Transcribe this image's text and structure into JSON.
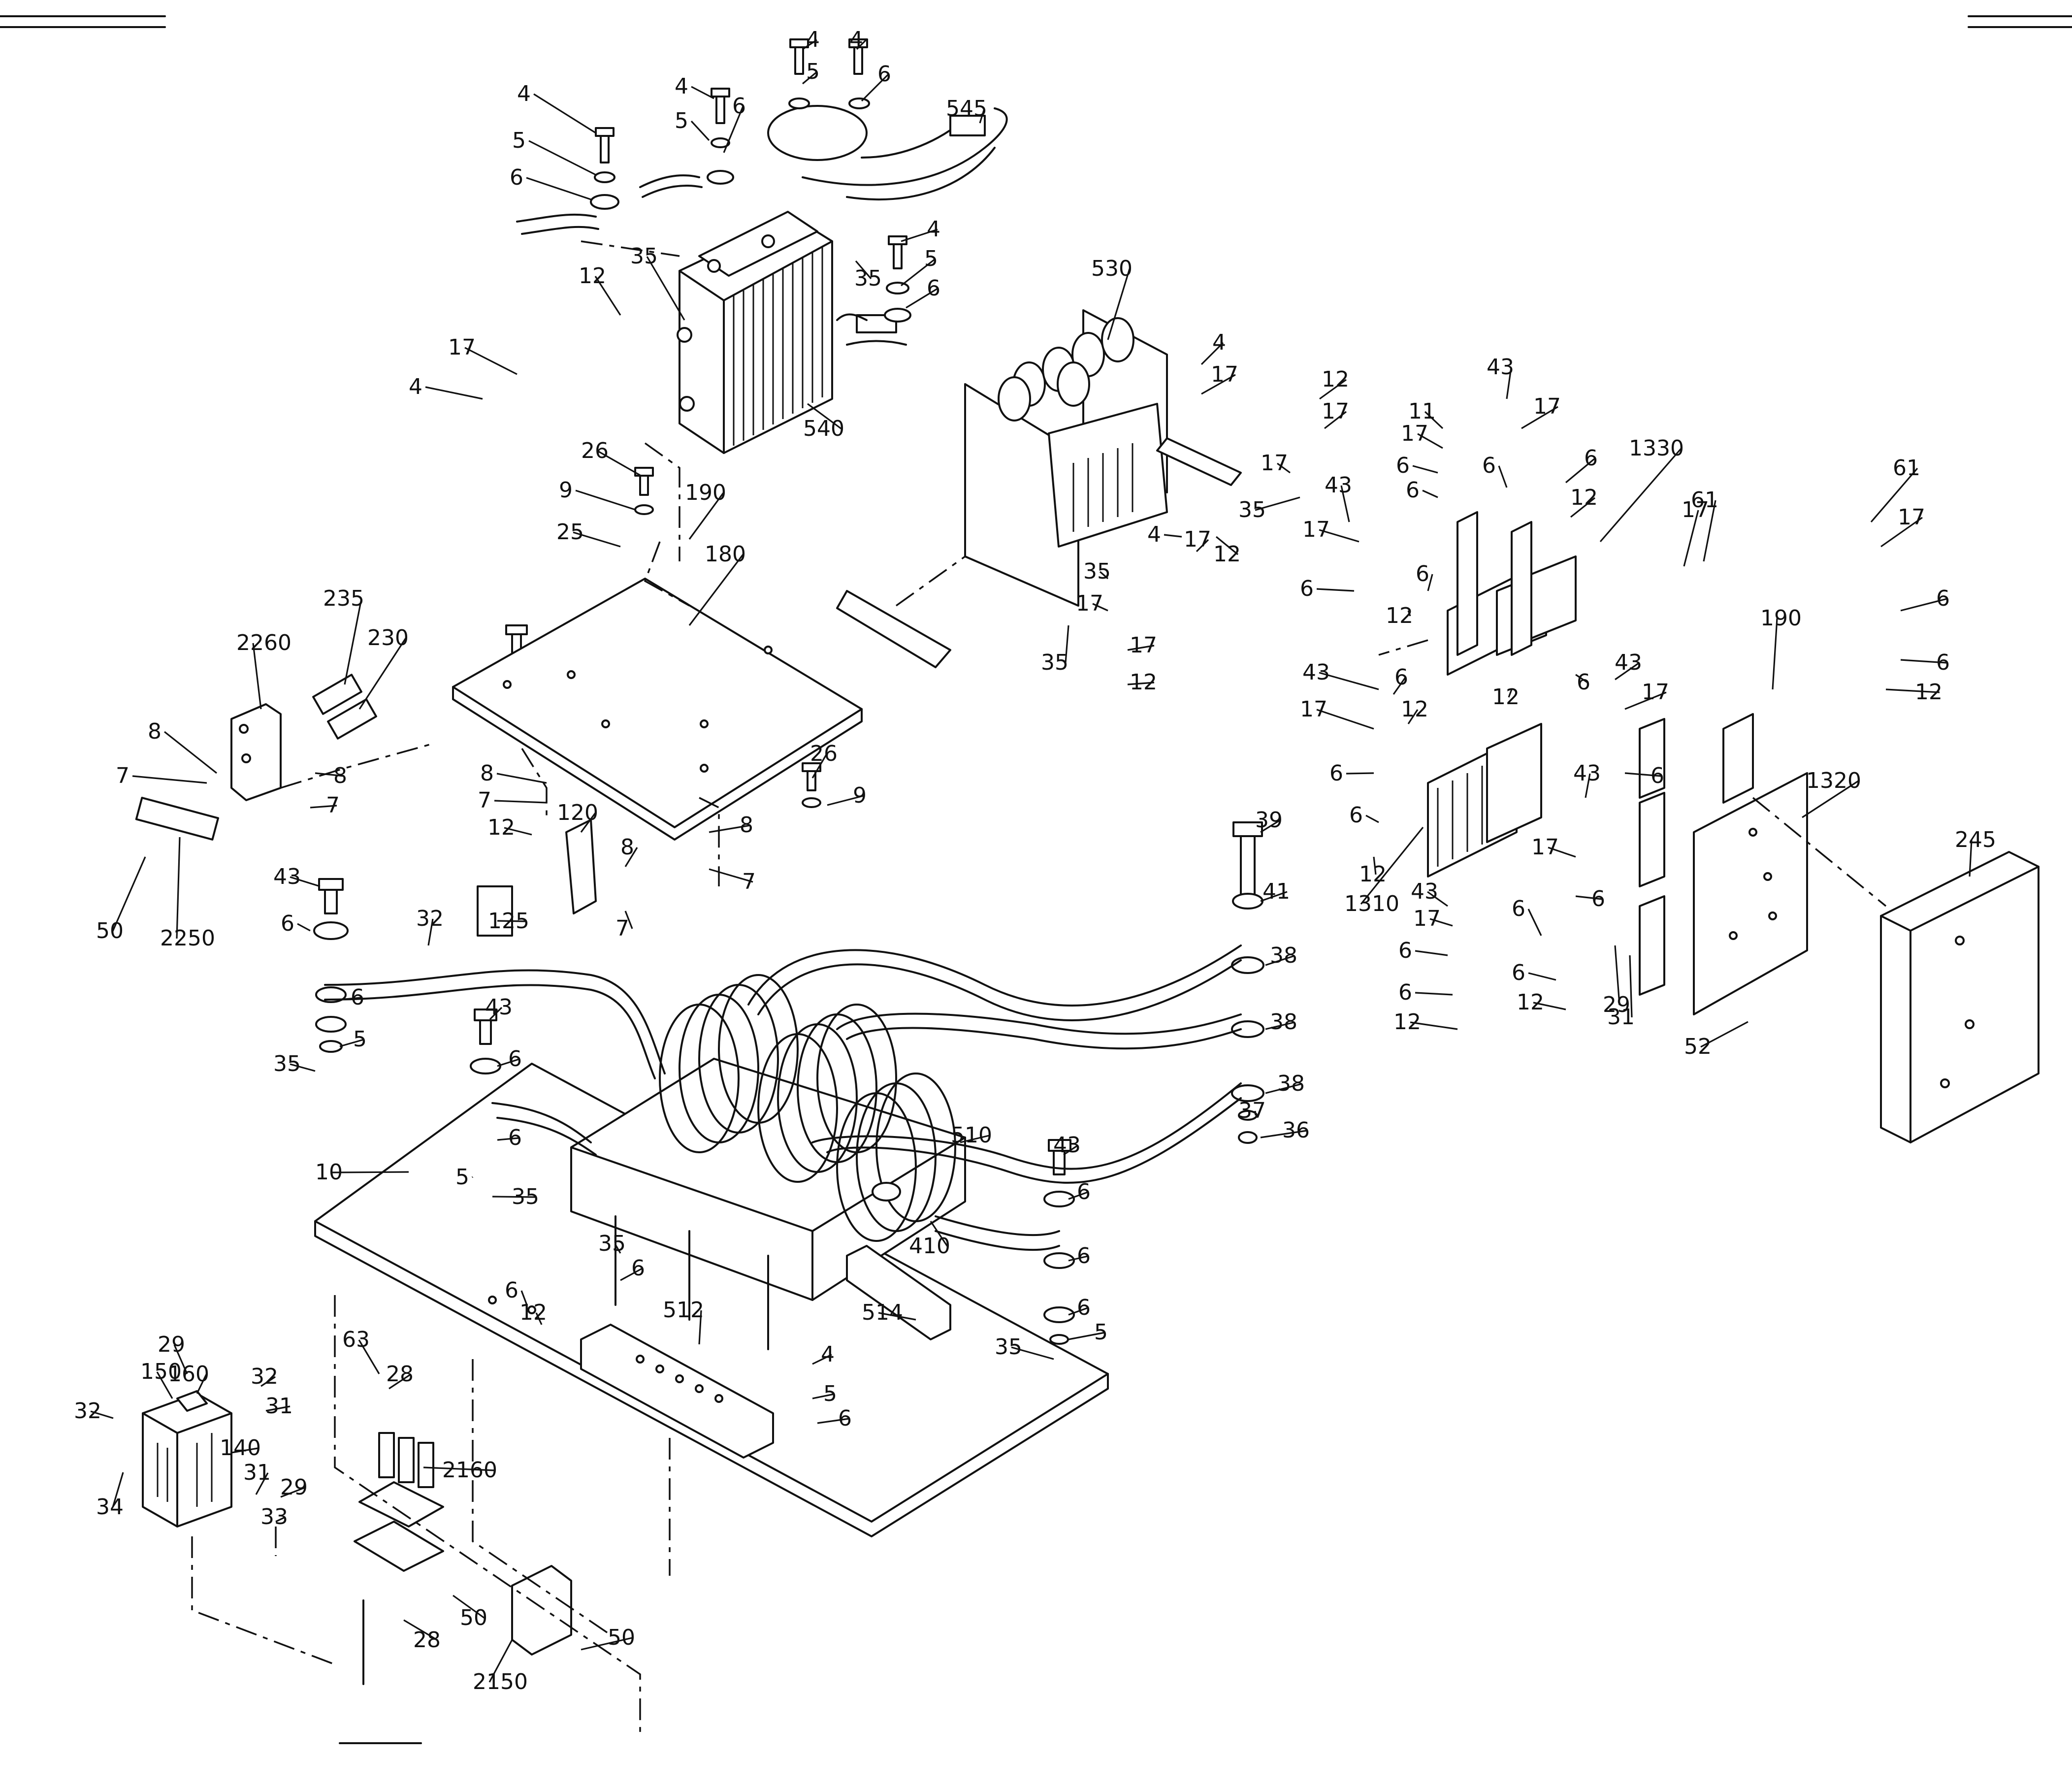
{
  "figure": {
    "labels": [
      "4",
      "5",
      "6",
      "545",
      "540",
      "35",
      "12",
      "17",
      "530",
      "26",
      "9",
      "190",
      "25",
      "180",
      "11",
      "43",
      "1330",
      "61",
      "2260",
      "235",
      "230",
      "8",
      "7",
      "2250",
      "50",
      "120",
      "125",
      "32",
      "1320",
      "245",
      "39",
      "41",
      "38",
      "37",
      "36",
      "1310",
      "29",
      "31",
      "52",
      "510",
      "410",
      "514",
      "512",
      "10",
      "63",
      "28",
      "2160",
      "2150",
      "150",
      "160",
      "140",
      "34",
      "33"
    ]
  }
}
